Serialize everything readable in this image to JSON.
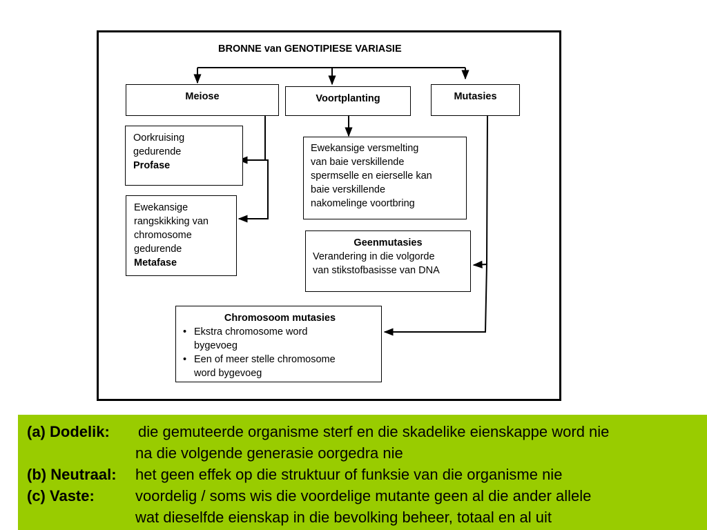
{
  "diagram": {
    "title": "BRONNE van GENOTIPIESE VARIASIE",
    "meiose": "Meiose",
    "voortplanting": "Voortplanting",
    "mutasies": "Mutasies",
    "oorkruising": {
      "line1": "Oorkruising",
      "line2": "gedurende",
      "bold": "Profase"
    },
    "rangskikking": {
      "line1": "Ewekansige",
      "line2": "rangskikking van",
      "line3": "chromosome",
      "line4": "gedurende",
      "bold": "Metafase"
    },
    "versmelting": {
      "line1": "Ewekansige versmelting",
      "line2": "van baie verskillende",
      "line3": "spermselle en eierselle kan",
      "line4": "baie verskillende",
      "line5": "nakomelinge voortbring"
    },
    "geenmutasies": {
      "title": "Geenmutasies",
      "line1": "Verandering in die volgorde",
      "line2": "van stikstofbasisse van DNA"
    },
    "chromosoom": {
      "title": "Chromosoom mutasies",
      "bullet1_line1": "Ekstra chromosome word",
      "bullet1_line2": "bygevoeg",
      "bullet2_line1": "Een of meer stelle chromosome",
      "bullet2_line2": "word bygevoeg"
    }
  },
  "legend": {
    "a_term": "(a) Dodelik:",
    "a_line1": "die gemuteerde organisme sterf en die skadelike eienskappe word nie",
    "a_line2": "na die volgende generasie oorgedra nie",
    "b_term": "(b) Neutraal:",
    "b_line1": "het geen effek op die struktuur of funksie van die organisme nie",
    "c_term": "(c) Vaste:",
    "c_line1": "voordelig / soms wis die voordelige mutante geen al die ander allele",
    "c_line2": "wat dieselfde eienskap in die bevolking beheer, totaal en al uit"
  },
  "colors": {
    "legend_background": "#99cc00",
    "line": "#000000"
  }
}
